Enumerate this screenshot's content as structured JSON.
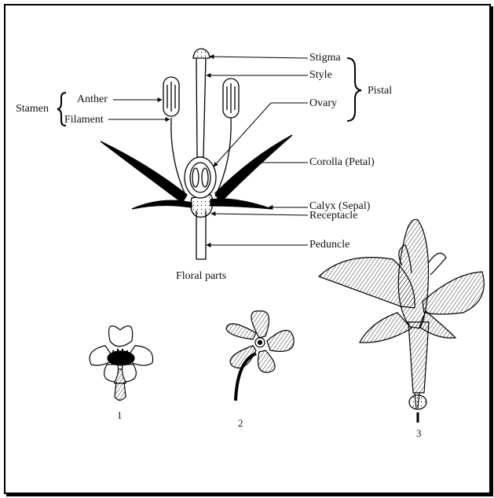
{
  "labels": {
    "stigma": "Stigma",
    "style": "Style",
    "pistal": "Pistal",
    "anther": "Anther",
    "stamen": "Stamen",
    "filament": "Filament",
    "ovary": "Ovary",
    "corolla": "Corolla (Petal)",
    "calyx": "Calyx (Sepal)",
    "receptacle": "Receptacle",
    "peduncle": "Peduncle"
  },
  "caption": "Floral parts",
  "examples": [
    "1",
    "2",
    "3"
  ]
}
